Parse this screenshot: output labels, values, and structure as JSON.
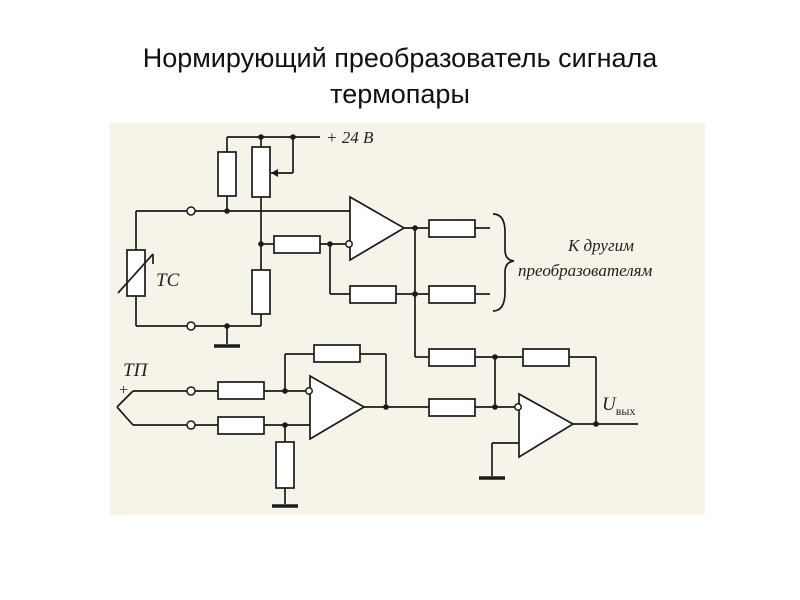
{
  "title": {
    "line1": "Нормирующий преобразователь сигнала",
    "line2": "термопары"
  },
  "diagram": {
    "supply_label": "+ 24 В",
    "thermistor_label": "ТС",
    "thermocouple_label": "ТП",
    "thermocouple_plus": "+",
    "other_converters_line1": "К другим",
    "other_converters_line2": "преобразователям",
    "output_label": "U",
    "output_sub": "вых"
  }
}
